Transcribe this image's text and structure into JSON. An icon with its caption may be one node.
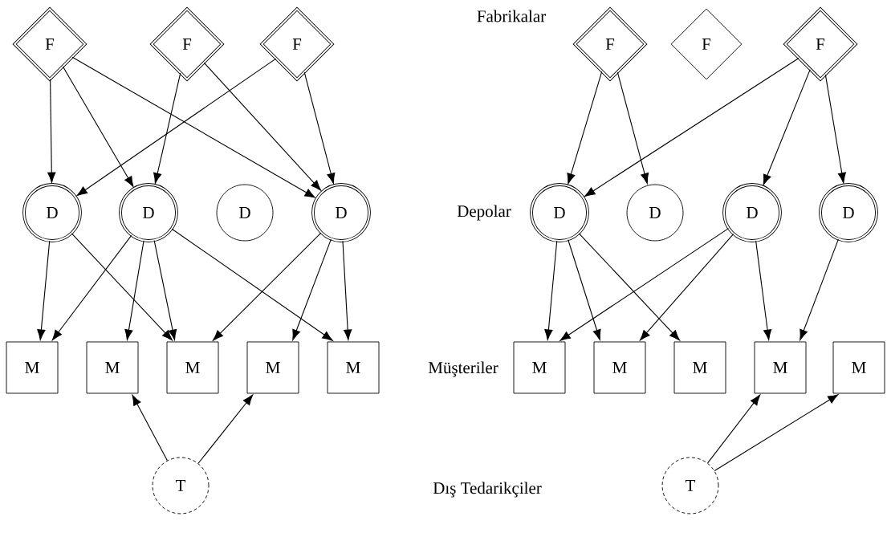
{
  "diagram": {
    "nodes": [
      {
        "text": [
          "F"
        ]
      },
      {
        "text": [
          "F"
        ]
      },
      {
        "text": [
          "F"
        ]
      },
      {
        "text": [
          "F"
        ]
      },
      {
        "text": [
          "F"
        ]
      },
      {
        "text": [
          "F"
        ]
      },
      {
        "text": [
          "D"
        ]
      },
      {
        "text": [
          "D"
        ]
      },
      {
        "text": [
          "D"
        ]
      },
      {
        "text": [
          "D"
        ]
      },
      {
        "text": [
          "D"
        ]
      },
      {
        "text": [
          "D"
        ]
      },
      {
        "text": [
          "D"
        ]
      },
      {
        "text": [
          "D"
        ]
      },
      {
        "text": [
          "M"
        ]
      },
      {
        "text": [
          "M"
        ]
      },
      {
        "text": [
          "M"
        ]
      },
      {
        "text": [
          "M"
        ]
      },
      {
        "text": [
          "M"
        ]
      },
      {
        "text": [
          "M"
        ]
      },
      {
        "text": [
          "M"
        ]
      },
      {
        "text": [
          "M"
        ]
      },
      {
        "text": [
          "M"
        ]
      },
      {
        "text": [
          "M"
        ]
      },
      {
        "text": [
          "T"
        ]
      },
      {
        "text": [
          "T"
        ]
      }
    ],
    "edges": [
      {
        "from": 0,
        "to": 6,
        "arrow": "to"
      },
      {
        "from": 0,
        "to": 7,
        "arrow": "to"
      },
      {
        "from": 0,
        "to": 9,
        "arrow": "to"
      },
      {
        "from": 1,
        "to": 7,
        "arrow": "to"
      },
      {
        "from": 1,
        "to": 9,
        "arrow": "to"
      },
      {
        "from": 2,
        "to": 6,
        "arrow": "to"
      },
      {
        "from": 2,
        "to": 9,
        "arrow": "to"
      },
      {
        "from": 3,
        "to": 10,
        "arrow": "to"
      },
      {
        "from": 3,
        "to": 11,
        "arrow": "to"
      },
      {
        "from": 5,
        "to": 10,
        "arrow": "to"
      },
      {
        "from": 5,
        "to": 12,
        "arrow": "to"
      },
      {
        "from": 5,
        "to": 13,
        "arrow": "to"
      },
      {
        "from": 6,
        "to": 14,
        "arrow": "to"
      },
      {
        "from": 6,
        "to": 16,
        "arrow": "to"
      },
      {
        "from": 7,
        "to": 14,
        "arrow": "to"
      },
      {
        "from": 7,
        "to": 15,
        "arrow": "to"
      },
      {
        "from": 7,
        "to": 16,
        "arrow": "to"
      },
      {
        "from": 7,
        "to": 18,
        "arrow": "to"
      },
      {
        "from": 9,
        "to": 16,
        "arrow": "to"
      },
      {
        "from": 9,
        "to": 17,
        "arrow": "to"
      },
      {
        "from": 9,
        "to": 18,
        "arrow": "to"
      },
      {
        "from": 10,
        "to": 19,
        "arrow": "to"
      },
      {
        "from": 10,
        "to": 20,
        "arrow": "to"
      },
      {
        "from": 10,
        "to": 21,
        "arrow": "to"
      },
      {
        "from": 12,
        "to": 19,
        "arrow": "to"
      },
      {
        "from": 12,
        "to": 20,
        "arrow": "to"
      },
      {
        "from": 12,
        "to": 22,
        "arrow": "to"
      },
      {
        "from": 13,
        "to": 22,
        "arrow": "to"
      },
      {
        "from": 24,
        "to": 15,
        "arrow": "to"
      },
      {
        "from": 24,
        "to": 17,
        "arrow": "to"
      },
      {
        "from": 25,
        "to": 22,
        "arrow": "to"
      },
      {
        "from": 25,
        "to": 23,
        "arrow": "to"
      }
    ],
    "labels": [
      "Fabrikalar",
      "Depolar",
      "Müşteriler",
      "Dış Tedarikçiler"
    ]
  }
}
